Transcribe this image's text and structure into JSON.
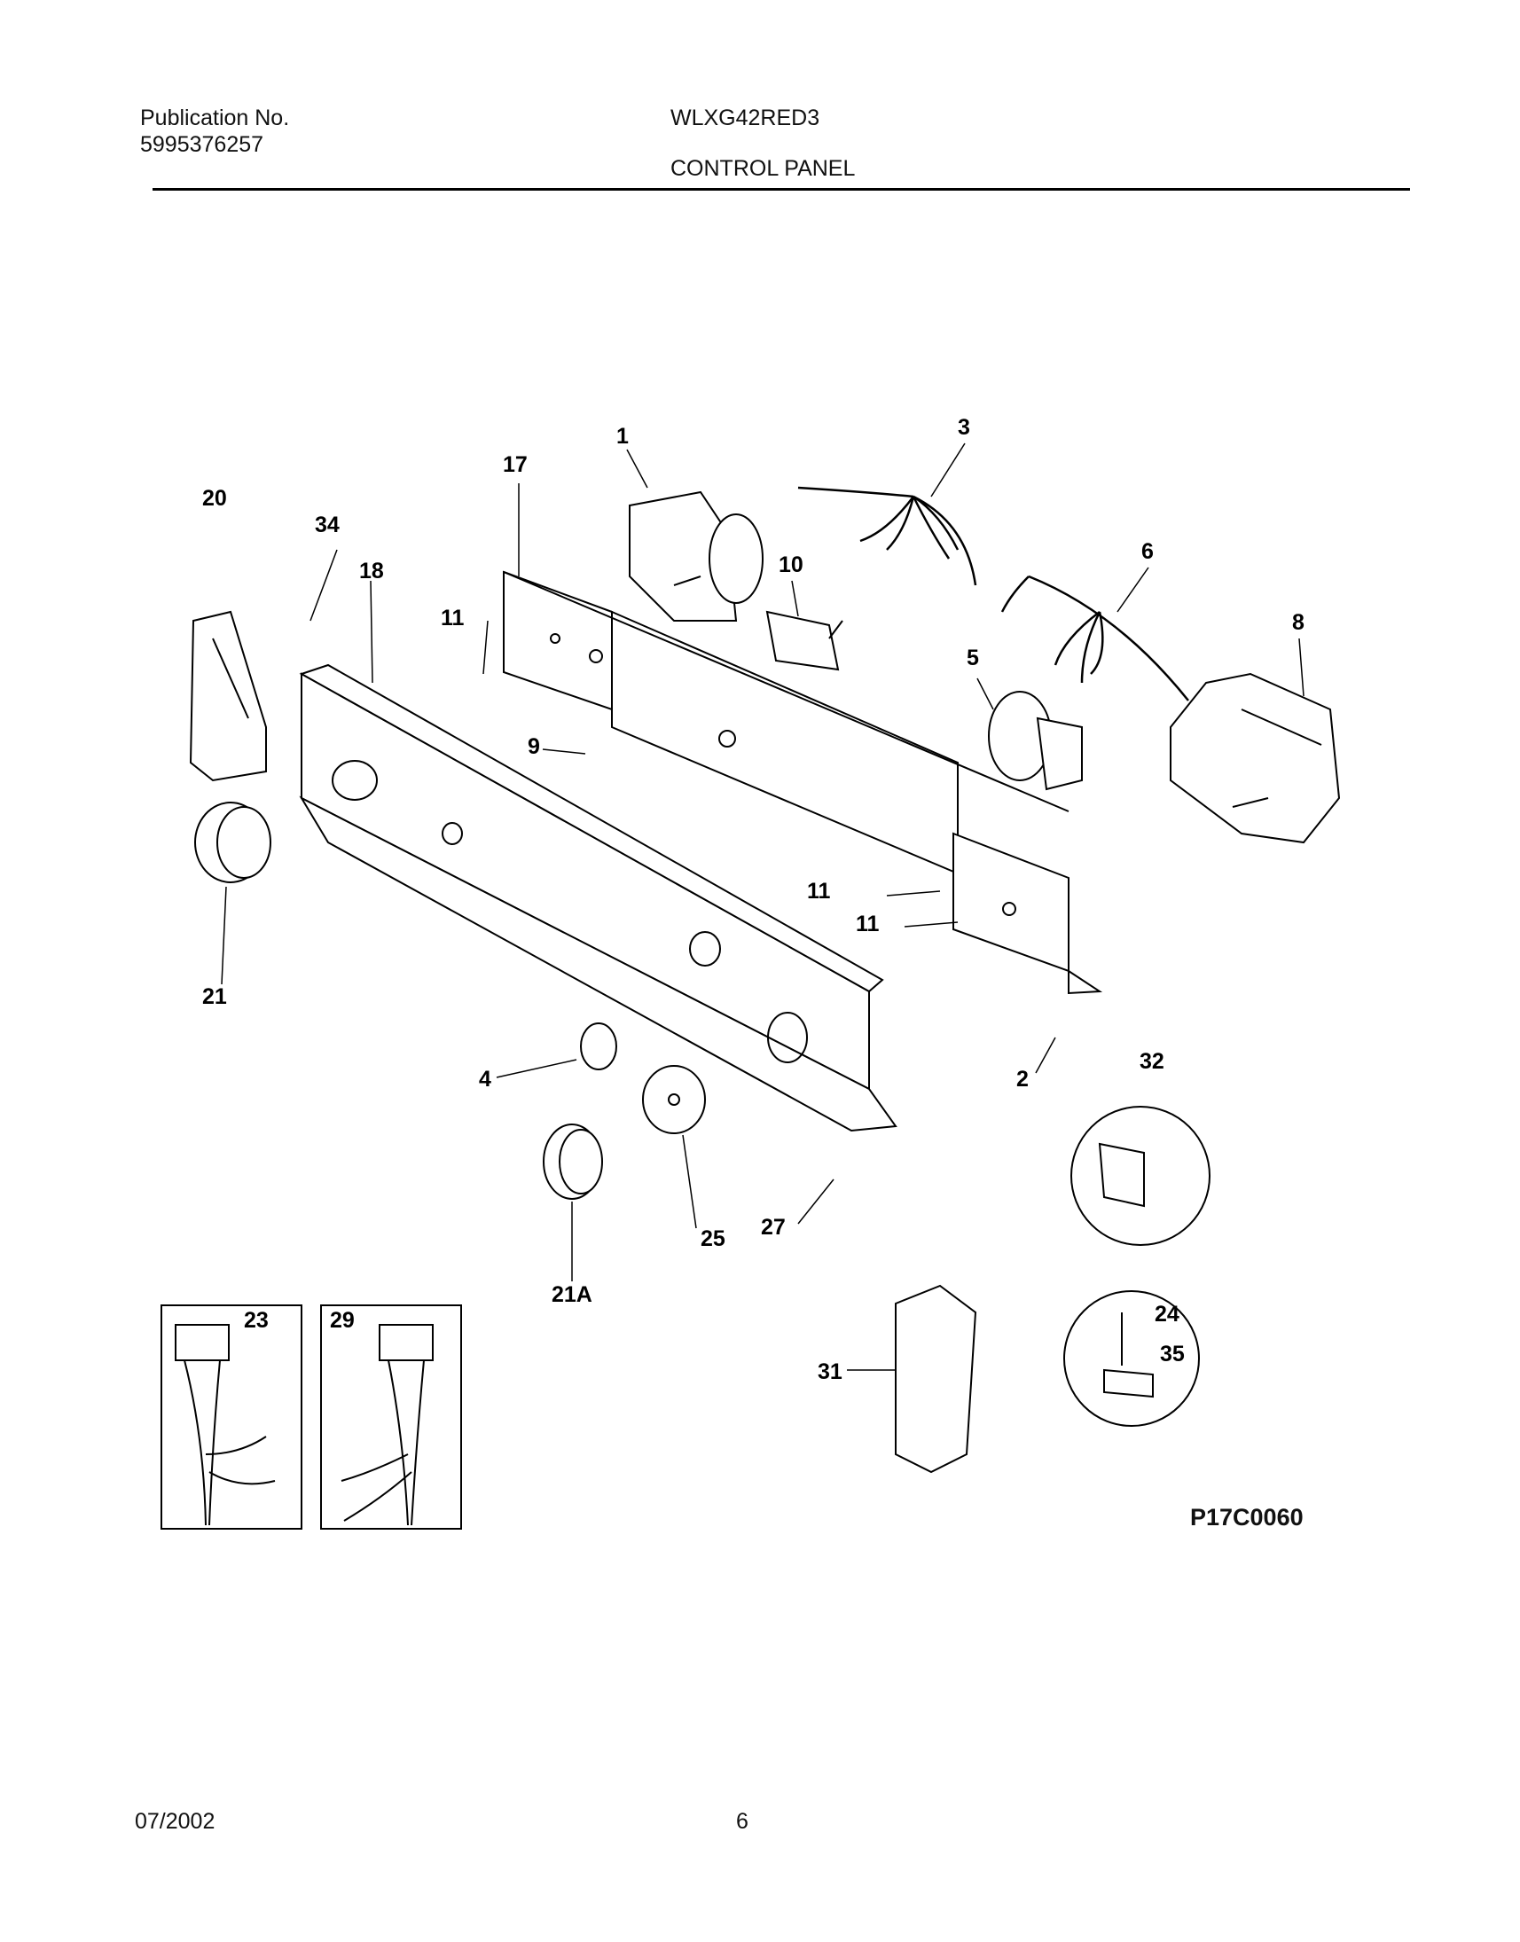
{
  "header": {
    "publication_label": "Publication No.",
    "publication_number": "5995376257",
    "model": "WLXG42RED3",
    "section_title": "CONTROL PANEL"
  },
  "diagram": {
    "callouts": [
      "1",
      "3",
      "17",
      "10",
      "6",
      "20",
      "34",
      "18",
      "11",
      "5",
      "8",
      "9",
      "11",
      "11",
      "21",
      "4",
      "2",
      "32",
      "27",
      "25",
      "21A",
      "24",
      "35",
      "31",
      "23",
      "29"
    ],
    "drawing_code": "P17C0060"
  },
  "footer": {
    "date": "07/2002",
    "page": "6"
  }
}
